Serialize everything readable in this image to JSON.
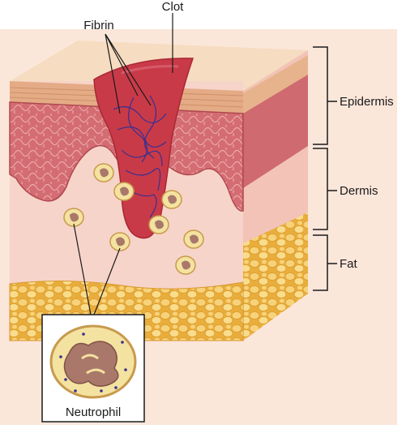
{
  "labels": {
    "clot": "Clot",
    "fibrin": "Fibrin",
    "epidermis": "Epidermis",
    "dermis": "Dermis",
    "fat": "Fat",
    "neutrophil": "Neutrophil"
  },
  "colors": {
    "background": "#fbe6da",
    "skin_top": "#f6dcc0",
    "epidermis": "#c8585e",
    "epidermis_light": "#e99aa0",
    "dermis": "#f7d4c9",
    "fat": "#f2c65a",
    "clot": "#c93a48",
    "fibrin": "#3a2f8f",
    "neutrophil_cell": "#f4e2a0",
    "neutrophil_nucleus": "#a9786a"
  }
}
